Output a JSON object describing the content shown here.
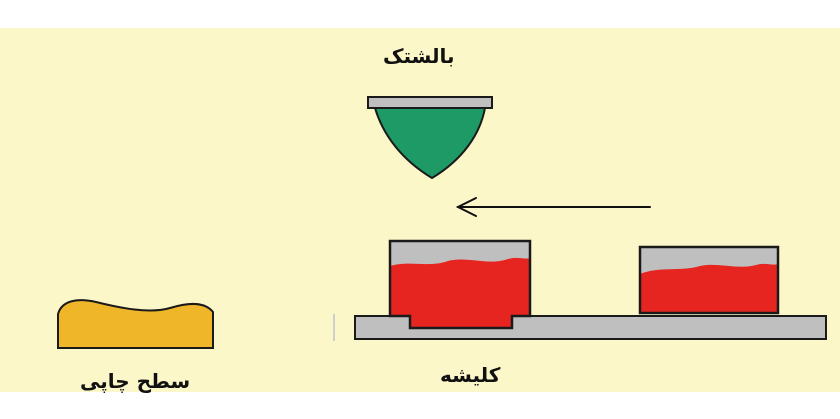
{
  "labels": {
    "pad": "بالشتک",
    "cliche": "کلیشه",
    "print_surface": "سطح چاپی"
  },
  "colors": {
    "background": "#fcf7c8",
    "pad": "#1e9a66",
    "ink": "#e62520",
    "metal": "#bfbfbf",
    "surface": "#f0b62a",
    "outline": "#1a1a1a"
  },
  "icons": [
    "arrow-left-icon"
  ]
}
